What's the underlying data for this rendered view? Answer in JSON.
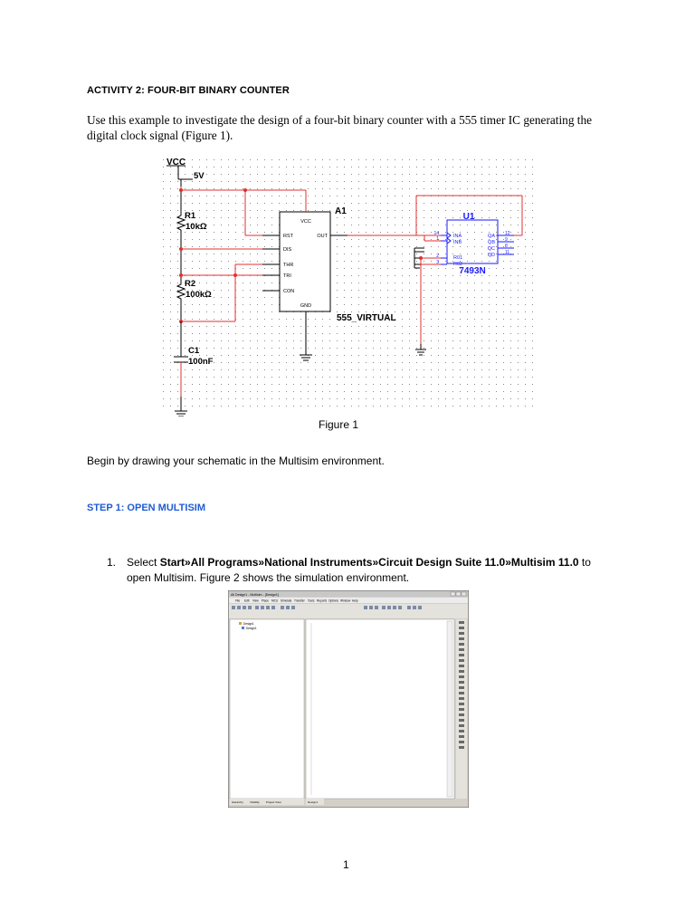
{
  "document": {
    "heading": "ACTIVITY 2: FOUR-BIT BINARY COUNTER",
    "intro": "Use this example to investigate the design of a four-bit binary counter with a 555 timer IC generating the digital clock signal (Figure 1).",
    "figure1_caption": "Figure 1",
    "paragraph": "Begin by drawing your schematic in the Multisim environment.",
    "step1_heading": "STEP 1: OPEN MULTISIM",
    "step1_item": {
      "number": "1.",
      "pre": "Select ",
      "b1": "Start",
      "sep1": "»",
      "b2": "All Programs",
      "sep2": "»",
      "b3": "National Instruments",
      "sep3": "»",
      "b4": "Circuit Design Suite 11.0",
      "sep4": "»",
      "b5": "Multisim 11.0",
      "post": " to open Multisim. Figure 2 shows the simulation environment."
    },
    "page_number": "1"
  },
  "figure1": {
    "vcc": "VCC",
    "vcc_value": "5V",
    "r1_ref": "R1",
    "r1_value": "10kΩ",
    "r2_ref": "R2",
    "r2_value": "100kΩ",
    "c1_ref": "C1",
    "c1_value": "100nF",
    "a1_ref": "A1",
    "a1_part": "555_VIRTUAL",
    "a1_pins": [
      "VCC",
      "RST",
      "OUT",
      "DIS",
      "THR",
      "TRI",
      "CON",
      "GND"
    ],
    "u1_ref": "U1",
    "u1_part": "7493N",
    "u1_inputs": [
      "INA",
      "INB",
      "R01",
      "R02"
    ],
    "u1_outputs": [
      "QA",
      "QB",
      "QC",
      "QD"
    ],
    "u1_pin_numbers_left": [
      "14",
      "1",
      "2",
      "3"
    ],
    "u1_pin_numbers_right": [
      "12",
      "9",
      "8",
      "11"
    ],
    "wire_color": "#e03030",
    "part_color": "#1a1aff"
  },
  "figure2": {
    "title": "All Design1 - Multisim - [Design1]",
    "menu": [
      "File",
      "Edit",
      "View",
      "Place",
      "MCU",
      "Simulate",
      "Transfer",
      "Tools",
      "Reports",
      "Options",
      "Window",
      "Help"
    ],
    "tree_root": "Design1",
    "tree_child": "Design1",
    "bottom_tabs": [
      "Hierarchy",
      "Visibility",
      "Project View"
    ],
    "sheet_tab": "Design1"
  }
}
